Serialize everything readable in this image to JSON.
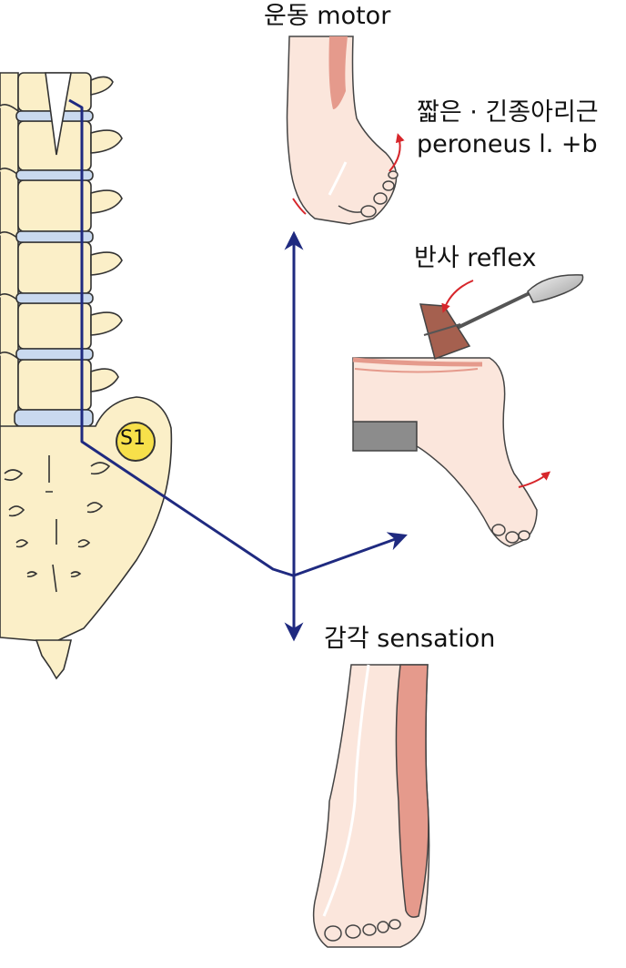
{
  "labels": {
    "motor": "운동 motor",
    "muscle_line1": "짧은 · 긴종아리근",
    "muscle_line2": "peroneus l. +b",
    "reflex": "반사 reflex",
    "sensation": "감각 sensation",
    "root": "S1"
  },
  "colors": {
    "bone": "#fbefc8",
    "outline": "#333333",
    "disc": "#c9d9ef",
    "skin": "#fbe6dc",
    "nerve": "#1f2a80",
    "arrow_red": "#d7262b",
    "dermatome": "#e59a8c",
    "root_badge": "#f7e04a"
  }
}
